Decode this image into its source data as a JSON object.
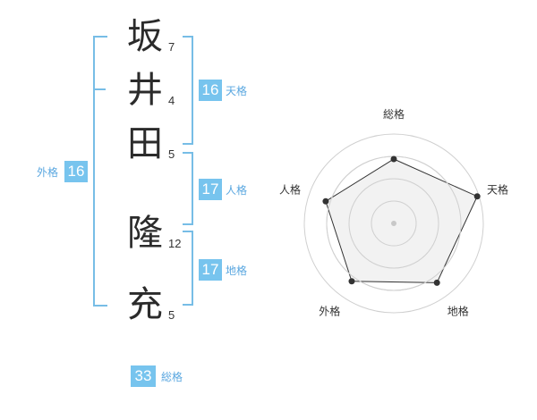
{
  "name": {
    "characters": [
      {
        "char": "坂",
        "strokes": "7"
      },
      {
        "char": "井",
        "strokes": "4"
      },
      {
        "char": "田",
        "strokes": "5"
      },
      {
        "char": "隆",
        "strokes": "12"
      },
      {
        "char": "充",
        "strokes": "5"
      }
    ]
  },
  "kaku": {
    "tenkaku": {
      "value": "16",
      "label": "天格"
    },
    "jinkaku": {
      "value": "17",
      "label": "人格"
    },
    "chikaku": {
      "value": "17",
      "label": "地格"
    },
    "gaikaku": {
      "value": "16",
      "label": "外格"
    },
    "soukaku": {
      "value": "33",
      "label": "総格"
    }
  },
  "chart_data": {
    "type": "radar",
    "axes": [
      "総格",
      "天格",
      "地格",
      "外格",
      "人格"
    ],
    "values": [
      0.72,
      0.98,
      0.82,
      0.8,
      0.8
    ],
    "max": 1,
    "rings": 4,
    "colors": {
      "fill": "#f0f0f0",
      "line": "#333333",
      "grid": "#d0d0d0"
    }
  }
}
